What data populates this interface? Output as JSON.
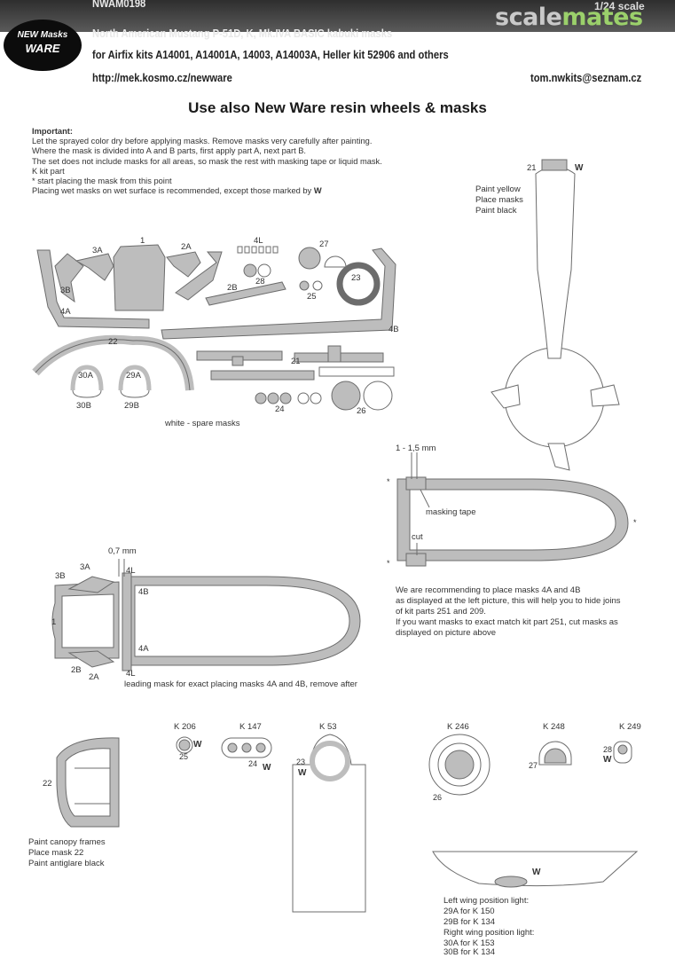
{
  "header": {
    "code": "NWAM0198",
    "scale": "1/24 scale",
    "title_line1": "North American Mustang P-51D, K, Mk.IVA BASIC kabuki masks",
    "title_line2": "for Airfix kits A14001, A14001A, 14003, A14003A, Heller kit 52906 and others",
    "url": "http://mek.kosmo.cz/newware",
    "email": "tom.nwkits@seznam.cz",
    "logo_top": "NEW Masks",
    "logo_bottom": "WARE",
    "watermark_a": "scale",
    "watermark_b": "mates"
  },
  "heading": "Use also New Ware resin wheels & masks",
  "notes": {
    "title": "Important:",
    "lines": [
      "Let the sprayed color dry before applying masks. Remove masks very carefully after painting.",
      "Where the mask is divided into A and B parts, first apply part A, next part B.",
      "The set does not include masks for all areas, so mask the rest with masking tape or liquid mask.",
      "K kit part",
      "*  start placing the mask from this point",
      "Placing wet masks on wet surface is recommended, except those marked by"
    ],
    "w_mark": "W"
  },
  "sheet": {
    "labels": [
      "1",
      "2A",
      "3A",
      "3B",
      "2B",
      "4A",
      "4B",
      "4L",
      "28",
      "27",
      "25",
      "23",
      "22",
      "21",
      "30A",
      "29A",
      "30B",
      "29B",
      "24",
      "26"
    ],
    "caption": "white - spare masks"
  },
  "propeller": {
    "part": "21",
    "w": "W",
    "steps": [
      "Paint yellow",
      "Place masks",
      "Paint black"
    ]
  },
  "canopy_tape": {
    "dimension": "1 - 1,5 mm",
    "tape_label": "masking tape",
    "cut_label": "cut",
    "star": "*",
    "note": [
      "We are recommending to place masks 4A and 4B",
      "as displayed at the left picture, this will help you to hide joins",
      "of kit parts 251 and 209.",
      "If you want masks to exact match kit part 251, cut masks as",
      "displayed on picture above"
    ]
  },
  "canopy_lead": {
    "dimension": "0,7 mm",
    "labels": [
      "3B",
      "3A",
      "4L",
      "4B",
      "1",
      "4A",
      "2B",
      "2A",
      "4L"
    ],
    "caption": "leading mask for exact placing masks 4A and 4B, remove after"
  },
  "frames": {
    "part": "22",
    "steps": [
      "Paint canopy frames",
      "Place mask 22",
      "Paint antiglare black"
    ]
  },
  "kit_parts": [
    {
      "k": "K 206",
      "parts": [
        "25",
        "W"
      ]
    },
    {
      "k": "K 147",
      "parts": [
        "24",
        "W"
      ]
    },
    {
      "k": "K 53",
      "parts": [
        "23",
        "W"
      ]
    },
    {
      "k": "K 246",
      "parts": [
        "26"
      ]
    },
    {
      "k": "K 248",
      "parts": [
        "27"
      ]
    },
    {
      "k": "K 249",
      "parts": [
        "28",
        "W"
      ]
    }
  ],
  "wing_light": {
    "w": "W",
    "lines": [
      "Left wing position light:",
      "29A for K 150",
      "29B for K 134",
      "Right wing position light:",
      "30A for K 153",
      "30B for K 134"
    ]
  },
  "colors": {
    "mask_grey": "#bdbdbd",
    "outline": "#6c6c6c",
    "header_band": "#3a3a3a",
    "watermark_green": "#9bd06b"
  }
}
